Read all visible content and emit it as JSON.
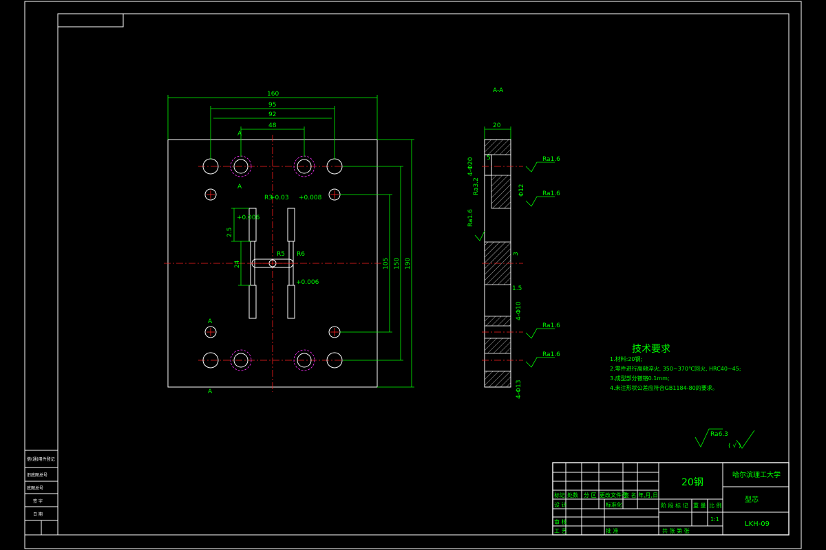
{
  "dimensions": {
    "d160": "160",
    "d95": "95",
    "d92": "92",
    "d48": "48",
    "d105": "105",
    "d150": "150",
    "d190": "190",
    "d_r3": "R3",
    "d_r5": "R5",
    "d_r6": "R6",
    "d_24": "24",
    "d_2_5": "2.5",
    "tol_plus": "+0.006",
    "tol_plus2": "+0.03",
    "tol_plus3": "+0.008"
  },
  "section": {
    "title": "A-A",
    "width": "20",
    "hole1": "4-Φ20",
    "hole2": "Φ12",
    "hole3": "4-Φ10",
    "hole4": "4-Φ13",
    "rough16": "Ra1.6",
    "rough32": "Ra3.2",
    "depth5": "5",
    "depth1_5": "1.5",
    "depth3": "3"
  },
  "section_labels": {
    "a": "A",
    "a2": "A"
  },
  "tech": {
    "title": "技术要求",
    "items": [
      "1.材料:20钢;",
      "2.零件进行高频淬火, 350~370℃回火, HRC40~45;",
      "3.成型部分镀铬0.1mm;",
      "4.未注形状公差应符合GB1184-80的要求。"
    ]
  },
  "roughness": {
    "general": "Ra6.3",
    "rest": "( √ )"
  },
  "title_block": {
    "material": "20钢",
    "school": "哈尔滨理工大学",
    "part_name": "型芯",
    "drawing_no": "LKH-09",
    "scale": "1:1",
    "row_labels": [
      "标记",
      "处数",
      "分 区",
      "更改文件号",
      "签 名",
      "年,月,日"
    ],
    "design": "设 计",
    "std": "标准化",
    "review": "审 核",
    "process": "工 艺",
    "approve": "批 准",
    "stage": "阶 段 标 记",
    "weight": "重 量",
    "ratio": "比 例",
    "sheets": "共  张  第  张"
  },
  "side_block": {
    "rows": [
      "借(通)用件登记",
      "旧底图总号",
      "底图总号",
      "签 字",
      "日 期"
    ]
  }
}
